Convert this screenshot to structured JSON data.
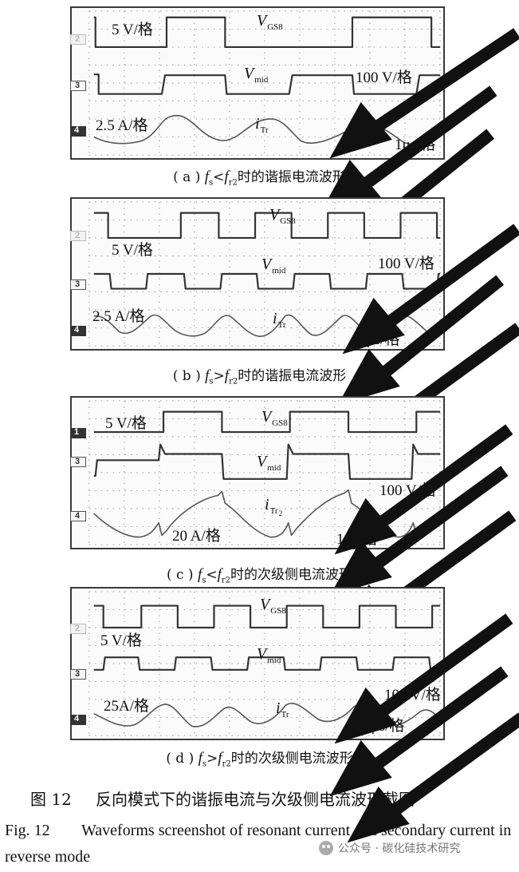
{
  "panels": [
    {
      "id": "a",
      "channels": [
        "2",
        "3",
        "4"
      ],
      "voltage_scale": "5 V/格",
      "mid_scale": "100 V/格",
      "current_scale": "2.5 A/格",
      "time_scale": "1μs/格",
      "signal_vgs": {
        "main": "V",
        "sub": "GS8"
      },
      "signal_vmid": {
        "main": "V",
        "sub": "mid"
      },
      "signal_i": {
        "main": "i",
        "sub": "Tr"
      },
      "caption": {
        "open": "( a ) ",
        "f1": "f",
        "s1": "s",
        "op": "<",
        "f2": "f",
        "s2": "r2",
        "text": "时的谐振电流波形"
      }
    },
    {
      "id": "b",
      "channels": [
        "2",
        "3",
        "4"
      ],
      "voltage_scale": "5 V/格",
      "mid_scale": "100 V/格",
      "current_scale": "2.5 A/格",
      "time_scale": "1μs/格",
      "signal_vgs": {
        "main": "V",
        "sub": "GS8"
      },
      "signal_vmid": {
        "main": "V",
        "sub": "mid"
      },
      "signal_i": {
        "main": "i",
        "sub": "Tr"
      },
      "caption": {
        "open": "( b ) ",
        "f1": "f",
        "s1": "s",
        "op": ">",
        "f2": "f",
        "s2": "r2",
        "text": "时的谐振电流波形"
      }
    },
    {
      "id": "c",
      "channels": [
        "1",
        "3",
        "4"
      ],
      "voltage_scale": "5 V/格",
      "mid_scale": "100 V/格",
      "current_scale": "20 A/格",
      "time_scale": "1μs/格",
      "signal_vgs": {
        "main": "V",
        "sub": "GS8"
      },
      "signal_vmid": {
        "main": "V",
        "sub": "mid"
      },
      "signal_i": {
        "main": "i",
        "sub": "Tr",
        "subsub": "2"
      },
      "caption": {
        "open": "( c ) ",
        "f1": "f",
        "s1": "s",
        "op": "<",
        "f2": "f",
        "s2": "r2",
        "text": "时的次级侧电流波形"
      }
    },
    {
      "id": "d",
      "channels": [
        "2",
        "3",
        "4"
      ],
      "voltage_scale": "5 V/格",
      "mid_scale": "100 V/格",
      "current_scale": "25A/格",
      "time_scale": "1μs/格",
      "signal_vgs": {
        "main": "V",
        "sub": "GS8"
      },
      "signal_vmid": {
        "main": "V",
        "sub": "mid"
      },
      "signal_i": {
        "main": "i",
        "sub": "Tr"
      },
      "caption": {
        "open": "( d ) ",
        "f1": "f",
        "s1": "s",
        "op": ">",
        "f2": "f",
        "s2": "r2",
        "text": "时的次级侧电流波形"
      }
    }
  ],
  "figure": {
    "cn_number": "图 12",
    "cn_title": "反向模式下的谐振电流与次级侧电流波形截图",
    "en_number": "Fig. 12",
    "en_title": "Waveforms screenshot of resonant current and secondary current in reverse mode"
  },
  "watermark": "公众号 · 碳化硅技术研究"
}
